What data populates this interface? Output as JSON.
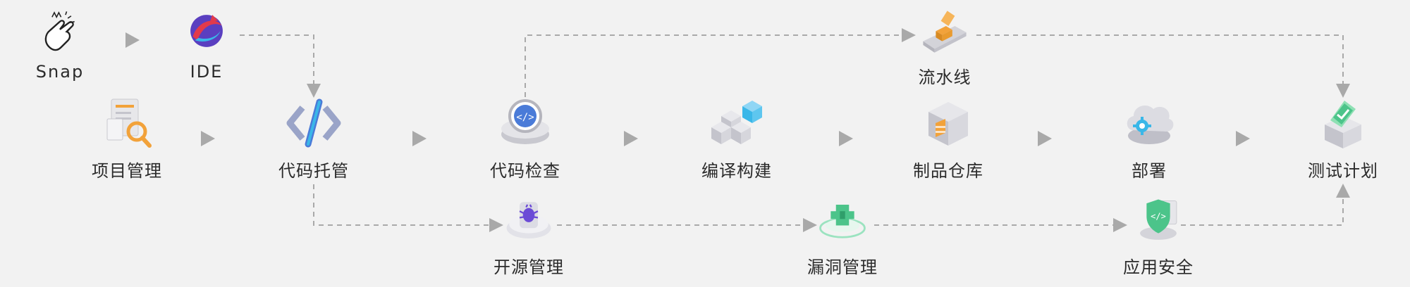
{
  "nodes": {
    "snap": "Snap",
    "ide": "IDE",
    "project_mgmt": "项目管理",
    "code_hosting": "代码托管",
    "code_check": "代码检查",
    "compile_build": "编译构建",
    "artifact_repo": "制品仓库",
    "deploy": "部署",
    "test_plan": "测试计划",
    "pipeline": "流水线",
    "open_source_mgmt": "开源管理",
    "vuln_mgmt": "漏洞管理",
    "app_security": "应用安全"
  },
  "icons": {
    "snap": "finger-snap-icon",
    "ide": "ide-logo-icon",
    "project_mgmt": "document-magnifier-icon",
    "code_hosting": "code-brackets-icon",
    "code_check": "code-scan-icon",
    "compile_build": "blocks-icon",
    "artifact_repo": "storage-box-icon",
    "deploy": "cloud-gear-icon",
    "test_plan": "checklist-box-icon",
    "pipeline": "conveyor-icon",
    "open_source_mgmt": "bug-scan-icon",
    "vuln_mgmt": "vulnerability-icon",
    "app_security": "shield-code-icon"
  },
  "colors": {
    "accent_blue": "#4a7bd8",
    "accent_orange": "#f2a23a",
    "accent_green": "#4cc48a",
    "accent_cyan": "#3ab7e8",
    "connector": "#a9a9a9"
  }
}
